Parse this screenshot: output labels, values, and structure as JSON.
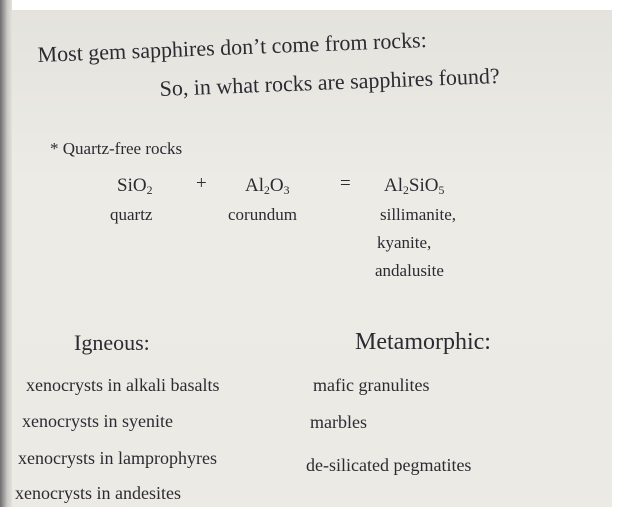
{
  "heading": {
    "line1": "Most gem sapphires don’t come from rocks:",
    "line2": "So, in what rocks are sapphires found?"
  },
  "note": "* Quartz-free rocks",
  "equation": {
    "term1_formula": "SiO",
    "term1_sub": "2",
    "term1_name": "quartz",
    "plus": "+",
    "term2_formula_a": "Al",
    "term2_sub_a": "2",
    "term2_formula_b": "O",
    "term2_sub_b": "3",
    "term2_name": "corundum",
    "equals": "=",
    "result_formula_a": "Al",
    "result_sub_a": "2",
    "result_formula_b": "SiO",
    "result_sub_b": "5",
    "result_names": [
      "sillimanite,",
      "kyanite,",
      "andalusite"
    ]
  },
  "igneous": {
    "title": "Igneous:",
    "items": [
      "xenocrysts in alkali basalts",
      "xenocrysts in syenite",
      "xenocrysts in lamprophyres",
      "xenocrysts in andesites"
    ]
  },
  "metamorphic": {
    "title": "Metamorphic:",
    "items": [
      "mafic granulites",
      "marbles",
      "de-silicated pegmatites"
    ]
  }
}
